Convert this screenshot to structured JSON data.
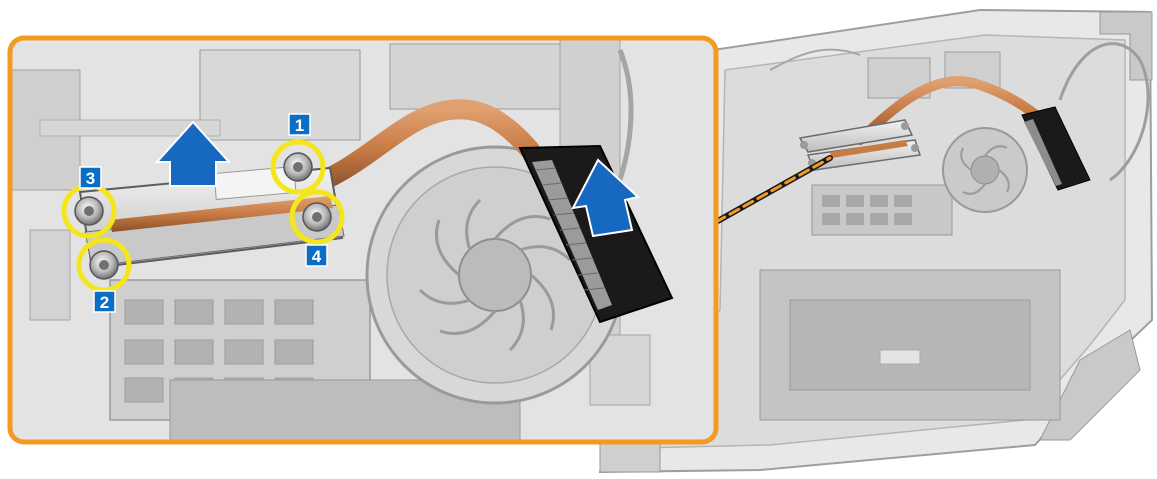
{
  "callouts": [
    {
      "label": "1"
    },
    {
      "label": "2"
    },
    {
      "label": "3"
    },
    {
      "label": "4"
    }
  ],
  "arrows": [
    {
      "name": "lift-arrow-heatsink",
      "direction": "up"
    },
    {
      "name": "lift-arrow-fan-end",
      "direction": "up"
    }
  ],
  "colors": {
    "accent_orange": "#f39a22",
    "screw_ring": "#f5e61c",
    "callout_blue": "#0a6ec4",
    "arrow_blue": "#1668c1",
    "copper": "#c77b45",
    "heatsink_black": "#1a1a1a",
    "chassis_gray": "#d4d4d4"
  },
  "icons": [
    "screw-icon",
    "up-arrow-icon",
    "zoom-callout-line"
  ]
}
